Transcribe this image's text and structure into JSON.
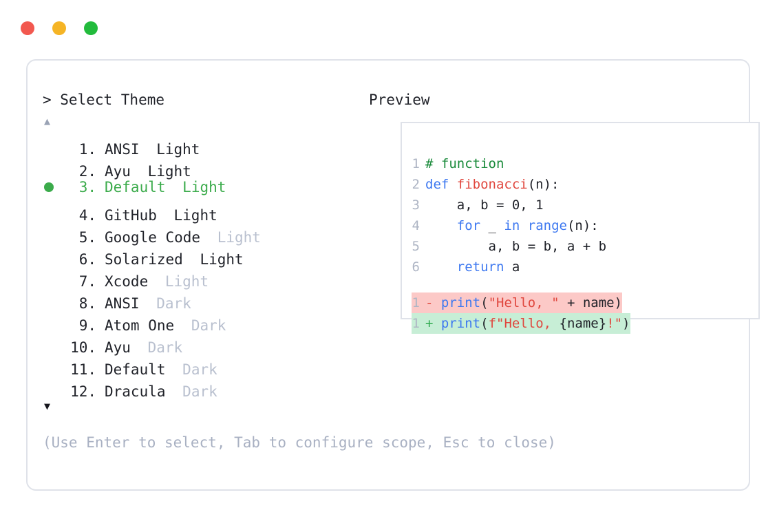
{
  "window": {
    "dots": [
      {
        "name": "close",
        "color": "#f2584f"
      },
      {
        "name": "minimize",
        "color": "#f5b425"
      },
      {
        "name": "maximize",
        "color": "#22bb3c"
      }
    ]
  },
  "prompt": {
    "title": "> Select Theme",
    "scroll_up": "▲",
    "scroll_down": "▼"
  },
  "preview": {
    "title": "Preview"
  },
  "themes": [
    {
      "index": " 1.",
      "name": "ANSI",
      "variant": "Light",
      "variant_muted": false,
      "selected": false
    },
    {
      "index": " 2.",
      "name": "Ayu",
      "variant": "Light",
      "variant_muted": false,
      "selected": false
    },
    {
      "index": " 3.",
      "name": "Default",
      "variant": "Light",
      "variant_muted": false,
      "selected": true
    },
    {
      "index": " 4.",
      "name": "GitHub",
      "variant": "Light",
      "variant_muted": false,
      "selected": false
    },
    {
      "index": " 5.",
      "name": "Google Code",
      "variant": "Light",
      "variant_muted": true,
      "selected": false
    },
    {
      "index": " 6.",
      "name": "Solarized",
      "variant": "Light",
      "variant_muted": false,
      "selected": false
    },
    {
      "index": " 7.",
      "name": "Xcode",
      "variant": "Light",
      "variant_muted": true,
      "selected": false
    },
    {
      "index": " 8.",
      "name": "ANSI",
      "variant": "Dark",
      "variant_muted": true,
      "selected": false
    },
    {
      "index": " 9.",
      "name": "Atom One",
      "variant": "Dark",
      "variant_muted": true,
      "selected": false
    },
    {
      "index": "10.",
      "name": "Ayu",
      "variant": "Dark",
      "variant_muted": true,
      "selected": false
    },
    {
      "index": "11.",
      "name": "Default",
      "variant": "Dark",
      "variant_muted": true,
      "selected": false
    },
    {
      "index": "12.",
      "name": "Dracula",
      "variant": "Dark",
      "variant_muted": true,
      "selected": false
    }
  ],
  "code": {
    "lines": [
      {
        "num": "1",
        "tokens": [
          {
            "t": "# function",
            "c": "comment"
          }
        ]
      },
      {
        "num": "2",
        "tokens": [
          {
            "t": "def ",
            "c": "kw"
          },
          {
            "t": "fibonacci",
            "c": "fn"
          },
          {
            "t": "(n):",
            "c": "plain"
          }
        ]
      },
      {
        "num": "3",
        "tokens": [
          {
            "t": "    a, b = 0, 1",
            "c": "plain"
          }
        ]
      },
      {
        "num": "4",
        "tokens": [
          {
            "t": "    ",
            "c": "plain"
          },
          {
            "t": "for",
            "c": "kw"
          },
          {
            "t": " _ ",
            "c": "plain"
          },
          {
            "t": "in",
            "c": "kw"
          },
          {
            "t": " ",
            "c": "plain"
          },
          {
            "t": "range",
            "c": "kw"
          },
          {
            "t": "(n):",
            "c": "plain"
          }
        ]
      },
      {
        "num": "5",
        "tokens": [
          {
            "t": "        a, b = b, a + b",
            "c": "plain"
          }
        ]
      },
      {
        "num": "6",
        "tokens": [
          {
            "t": "    ",
            "c": "plain"
          },
          {
            "t": "return",
            "c": "kw"
          },
          {
            "t": " a",
            "c": "plain"
          }
        ]
      }
    ],
    "diff": [
      {
        "num": "1",
        "sign": "-",
        "kind": "del",
        "tokens": [
          {
            "t": "print",
            "c": "kw"
          },
          {
            "t": "(",
            "c": "plain"
          },
          {
            "t": "\"Hello, \"",
            "c": "str"
          },
          {
            "t": " + name)",
            "c": "plain"
          }
        ]
      },
      {
        "num": "1",
        "sign": "+",
        "kind": "add",
        "tokens": [
          {
            "t": "print",
            "c": "kw"
          },
          {
            "t": "(",
            "c": "plain"
          },
          {
            "t": "f\"Hello, ",
            "c": "str"
          },
          {
            "t": "{name}",
            "c": "plain"
          },
          {
            "t": "!\"",
            "c": "str"
          },
          {
            "t": ")",
            "c": "plain"
          }
        ]
      }
    ]
  },
  "footer": {
    "hint": "(Use Enter to select, Tab to configure scope, Esc to close)"
  }
}
